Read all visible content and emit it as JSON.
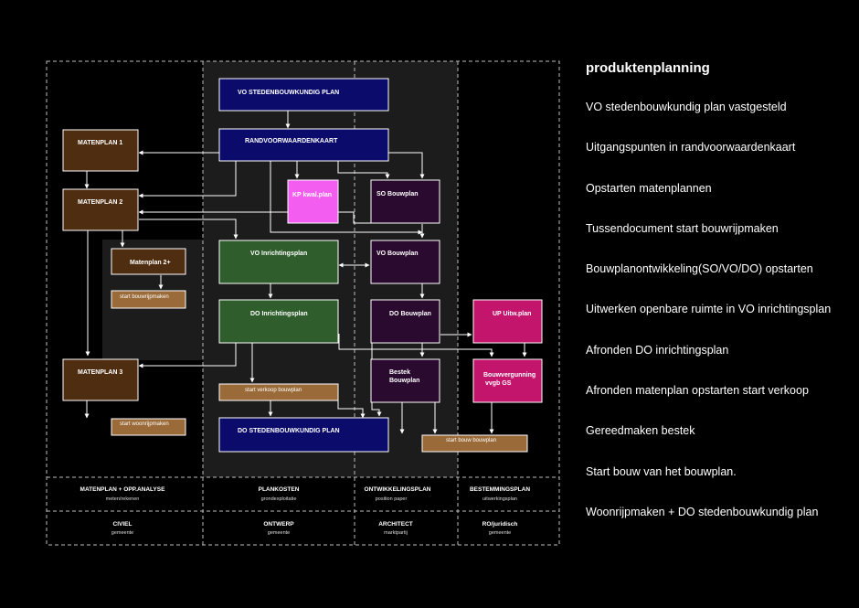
{
  "boxes": {
    "vo_sbp": "VO STEDENBOUWKUNDIG PLAN",
    "randvoorwaarden": "RANDVOORWAARDENKAART",
    "matenplan1": "MATENPLAN 1",
    "matenplan2": "MATENPLAN 2",
    "kp_kwal": "KP kwal.plan",
    "so_bouwplan": "SO Bouwplan",
    "matenplan2plus": "Matenplan 2+",
    "start_bouwrijpmaken": "start bouwrijpmaken",
    "vo_inrichtingsplan": "VO Inrichtingsplan",
    "vo_bouwplan": "VO Bouwplan",
    "do_inrichtingsplan": "DO Inrichtingsplan",
    "do_bouwplan": "DO Bouwplan",
    "up_uitw": "UP Uitw.plan",
    "matenplan3": "MATENPLAN 3",
    "bestek_l1": "Bestek",
    "bestek_l2": "Bouwplan",
    "bouwverg_l1": "Bouwvergunning",
    "bouwverg_l2": "vvgb GS",
    "start_verkoop": "start verkoop bouwplan",
    "do_sbp": "DO STEDENBOUWKUNDIG PLAN",
    "start_woonrijpmaken": "start woonrijpmaken",
    "start_bouw": "start bouw bouwplan"
  },
  "footer": {
    "row1": [
      {
        "title": "MATENPLAN + OPP.ANALYSE",
        "sub": "meten/rekenen"
      },
      {
        "title": "PLANKOSTEN",
        "sub": "grondexploitatie"
      },
      {
        "title": "ONTWIKKELINGSPLAN",
        "sub": "position paper"
      },
      {
        "title": "BESTEMMINGSPLAN",
        "sub": "uitwerkingsplan"
      }
    ],
    "row2": [
      {
        "title": "CIVIEL",
        "sub": "gemeente"
      },
      {
        "title": "ONTWERP",
        "sub": "gemeente"
      },
      {
        "title": "ARCHITECT",
        "sub": "marktpartij"
      },
      {
        "title": "RO/juridisch",
        "sub": "gemeente"
      }
    ]
  },
  "sidebar": {
    "title": "produktenplanning",
    "items": [
      "VO stedenbouwkundig plan vastgesteld",
      "Uitgangspunten in randvoorwaardenkaart",
      "Opstarten matenplannen",
      "Tussendocument start bouwrijpmaken",
      "Bouwplanontwikkeling(SO/VO/DO) opstarten",
      "Uitwerken openbare ruimte in VO inrichtingsplan",
      "Afronden DO inrichtingsplan",
      "Afronden matenplan opstarten start verkoop",
      "Gereedmaken bestek",
      "Start bouw van het bouwplan.",
      "Woonrijpmaken + DO stedenbouwkundig plan"
    ]
  },
  "colors": {
    "navy": "#0b0b6b",
    "brown": "#4f2d10",
    "light_brown": "#9a6a38",
    "green": "#2f5e2c",
    "dark_purple": "#2a0a2e",
    "magenta": "#c4156c",
    "pink": "#f45ef0",
    "panel": "#1c1c1c"
  }
}
